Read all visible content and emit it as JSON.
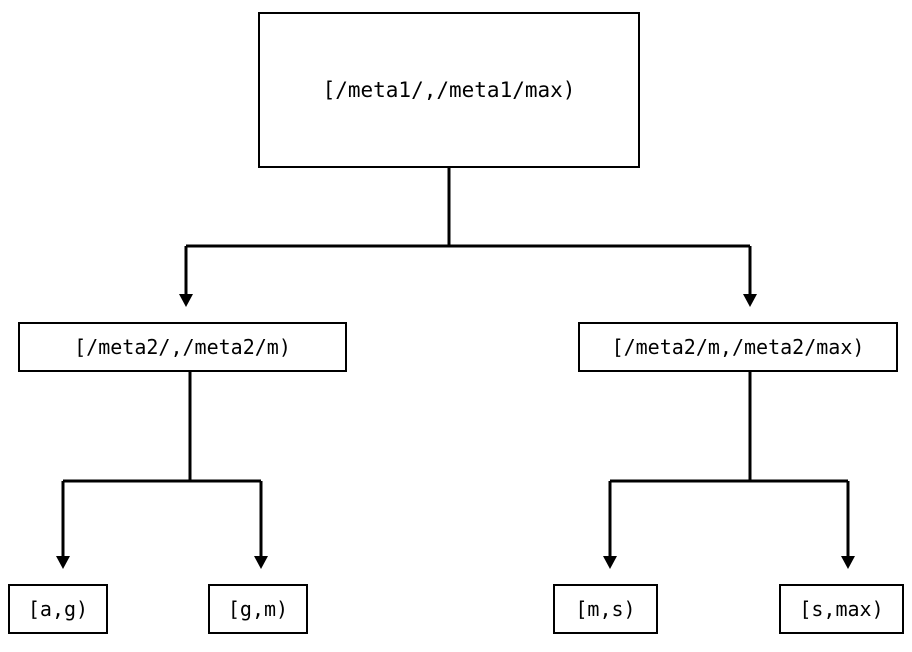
{
  "diagram": {
    "type": "tree",
    "title": "",
    "background_color": "#ffffff",
    "line_color": "#000000",
    "text_color": "#000000",
    "nodes": {
      "root": {
        "label": "[/meta1/,/meta1/max)"
      },
      "mid_left": {
        "label": "[/meta2/,/meta2/m)"
      },
      "mid_right": {
        "label": "[/meta2/m,/meta2/max)"
      },
      "leaf_a_g": {
        "label": "[a,g)"
      },
      "leaf_g_m": {
        "label": "[g,m)"
      },
      "leaf_m_s": {
        "label": "[m,s)"
      },
      "leaf_s_max": {
        "label": "[s,max)"
      }
    },
    "edges": [
      {
        "from": "root",
        "to": "mid_left",
        "arrow": "down"
      },
      {
        "from": "root",
        "to": "mid_right",
        "arrow": "down"
      },
      {
        "from": "mid_left",
        "to": "leaf_a_g",
        "arrow": "down"
      },
      {
        "from": "mid_left",
        "to": "leaf_g_m",
        "arrow": "down"
      },
      {
        "from": "mid_right",
        "to": "leaf_m_s",
        "arrow": "down"
      },
      {
        "from": "mid_right",
        "to": "leaf_s_max",
        "arrow": "down"
      }
    ]
  }
}
